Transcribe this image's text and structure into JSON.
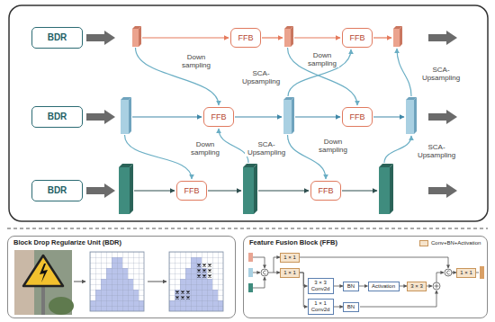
{
  "diagram": {
    "nodes": [
      {
        "text": [
          "BDR"
        ]
      },
      {
        "text": [
          "FFB"
        ]
      },
      {
        "text": [
          "FFB"
        ]
      },
      {
        "text": [
          "BDR"
        ]
      },
      {
        "text": [
          "FFB"
        ]
      },
      {
        "text": [
          "FFB"
        ]
      },
      {
        "text": [
          "BDR"
        ]
      },
      {
        "text": [
          "FFB"
        ]
      },
      {
        "text": [
          "FFB"
        ]
      },
      {
        "text": [
          "Block Drop Regularize Unit (BDR)"
        ]
      },
      {
        "text": [
          "Feature Fusion Block (FFB)"
        ]
      },
      {
        "text": [
          "1 × 1"
        ],
        "in": 10
      },
      {
        "text": [
          "1 × 1"
        ],
        "in": 10
      },
      {
        "text": [
          "3 × 3 Conv2d"
        ],
        "in": 10
      },
      {
        "text": [
          "BN"
        ],
        "in": 10
      },
      {
        "text": [
          "Activation"
        ],
        "in": 10
      },
      {
        "text": [
          "3 × 3"
        ],
        "in": 10
      },
      {
        "text": [
          "1 × 1 Conv2d"
        ],
        "in": 10
      },
      {
        "text": [
          "BN"
        ],
        "in": 10
      },
      {
        "text": [
          "1 × 1"
        ],
        "in": 10
      }
    ],
    "edges": [
      {
        "from": 12,
        "to": 13,
        "arrow": "to"
      },
      {
        "from": 12,
        "to": 17,
        "arrow": "to"
      },
      {
        "from": 13,
        "to": 14,
        "arrow": "to"
      },
      {
        "from": 14,
        "to": 15,
        "arrow": "to"
      },
      {
        "from": 15,
        "to": 16,
        "arrow": "to"
      },
      {
        "from": 17,
        "to": 18,
        "arrow": "to"
      }
    ],
    "labels": [
      "Down sampling",
      "SCA-Upsampling",
      "Down sampling",
      "SCA-Upsampling",
      "Down sampling",
      "SCA-Upsampling",
      "Down sampling",
      "SCA-Upsampling"
    ],
    "legend": [
      {
        "text": "Conv+BN+Activation",
        "color": "#f6e4cc"
      }
    ]
  }
}
